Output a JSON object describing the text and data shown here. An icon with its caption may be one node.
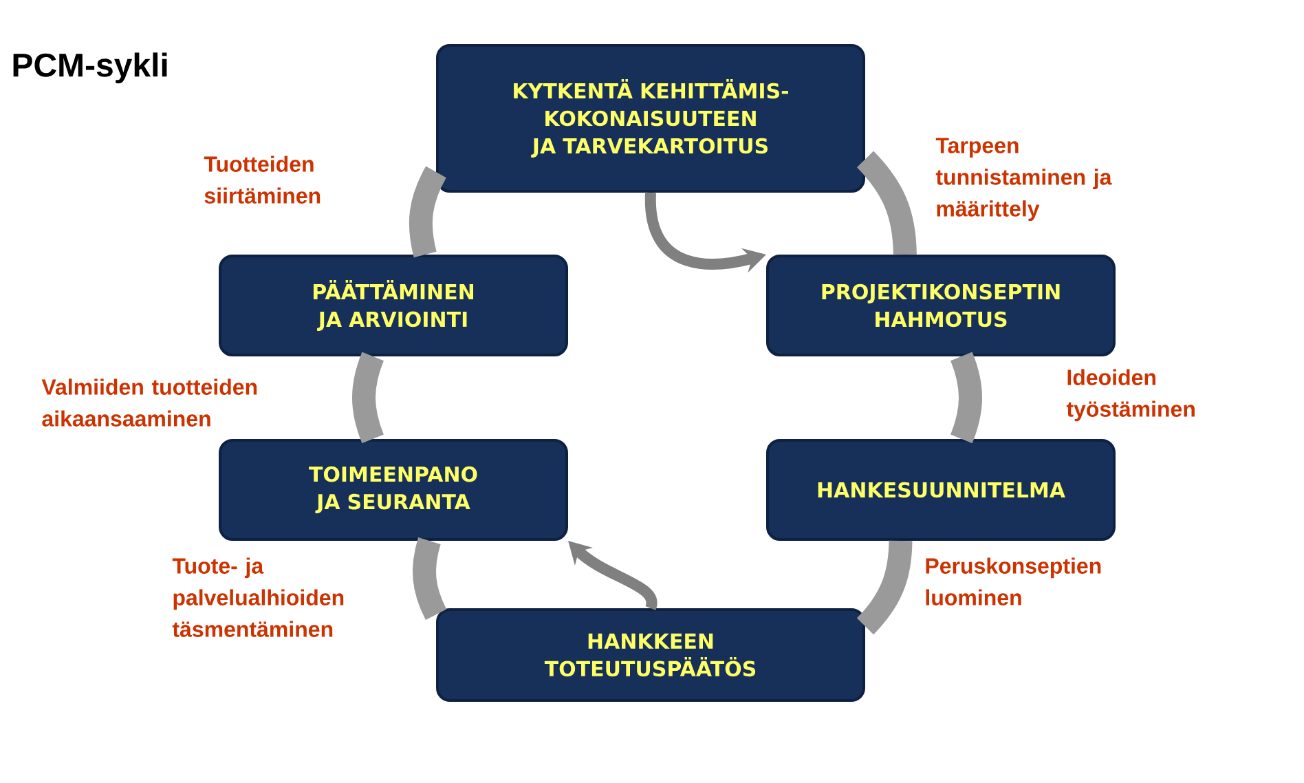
{
  "diagram": {
    "title": "PCM-sykli",
    "nodes": [
      {
        "text": [
          "KYTKENTÄ KEHITTÄMIS- KOKONAISUUTEEN JA TARVEKARTOITUS"
        ]
      },
      {
        "text": [
          "PÄÄTTÄMINEN JA ARVIOINTI"
        ]
      },
      {
        "text": [
          "PROJEKTIKONSEPTIN HAHMOTUS"
        ]
      },
      {
        "text": [
          "TOIMEENPANO JA SEURANTA"
        ]
      },
      {
        "text": [
          "HANKESUUNNITELMA"
        ]
      },
      {
        "text": [
          "HANKKEEN TOTEUTUSPÄÄTÖS"
        ]
      }
    ],
    "edges": [
      {
        "from": 0,
        "to": 2,
        "arrow": "none"
      },
      {
        "from": 2,
        "to": 4,
        "arrow": "none"
      },
      {
        "from": 4,
        "to": 5,
        "arrow": "none"
      },
      {
        "from": 5,
        "to": 3,
        "arrow": "none"
      },
      {
        "from": 3,
        "to": 1,
        "arrow": "none"
      },
      {
        "from": 1,
        "to": 0,
        "arrow": "none"
      },
      {
        "from": 0,
        "to": 2,
        "arrow": "to",
        "color": "#808080"
      },
      {
        "from": 5,
        "to": 3,
        "arrow": "to",
        "color": "#808080"
      }
    ],
    "labels": [
      "Tuotteiden siirtäminen",
      "Tarpeen tunnistaminen ja määrittely",
      "Valmiiden tuotteiden aikaansaaminen",
      "Ideoiden työstäminen",
      "Tuote- ja palvelualhioiden täsmentäminen",
      "Peruskonseptien luominen"
    ]
  }
}
